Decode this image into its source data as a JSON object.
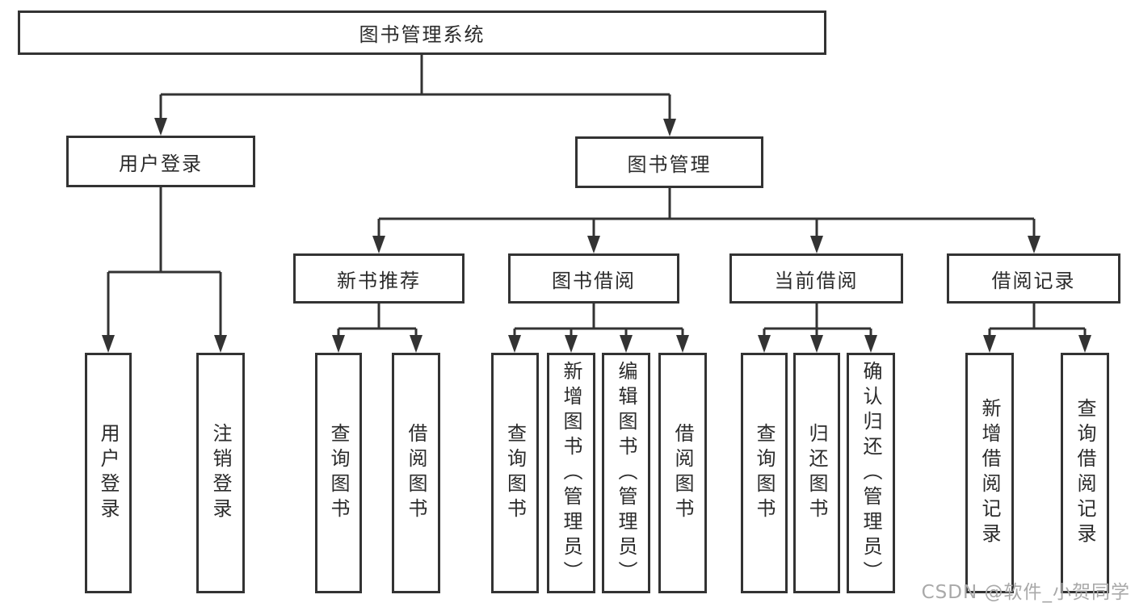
{
  "diagram": {
    "root": {
      "label": "图书管理系统"
    },
    "branches": [
      {
        "label": "用户登录",
        "children": [
          {
            "label": "用户登录"
          },
          {
            "label": "注销登录"
          }
        ]
      },
      {
        "label": "图书管理",
        "children": [
          {
            "label": "新书推荐",
            "children": [
              {
                "label": "查询图书"
              },
              {
                "label": "借阅图书"
              }
            ]
          },
          {
            "label": "图书借阅",
            "children": [
              {
                "label": "查询图书"
              },
              {
                "label": "新增图书（管理员）"
              },
              {
                "label": "编辑图书（管理员）"
              },
              {
                "label": "借阅图书"
              }
            ]
          },
          {
            "label": "当前借阅",
            "children": [
              {
                "label": "查询图书"
              },
              {
                "label": "归还图书"
              },
              {
                "label": "确认归还（管理员）"
              }
            ]
          },
          {
            "label": "借阅记录",
            "children": [
              {
                "label": "新增借阅记录"
              },
              {
                "label": "查询借阅记录"
              }
            ]
          }
        ]
      }
    ]
  },
  "watermark": {
    "text": "CSDN @软件_小贺同学"
  },
  "colors": {
    "line": "#333333",
    "box_border": "#333333",
    "text": "#2b2b2b",
    "watermark": "#a9a9a9",
    "background": "#ffffff"
  }
}
